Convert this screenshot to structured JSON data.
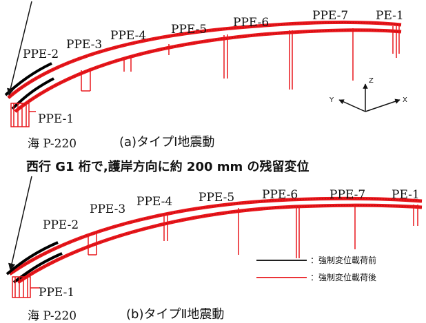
{
  "panel_a": {
    "pier_labels": [
      "PPE-2",
      "PPE-3",
      "PPE-4",
      "PPE-5",
      "PPE-6",
      "PPE-7",
      "PE-1",
      "PPE-1"
    ],
    "abutment_label": "海 P-220",
    "caption": "(a)タイプⅠ地震動"
  },
  "panel_b": {
    "pier_labels": [
      "PPE-2",
      "PPE-3",
      "PPE-4",
      "PPE-5",
      "PPE-6",
      "PPE-7",
      "PE-1",
      "PPE-1"
    ],
    "abutment_label": "海 P-220",
    "caption": "(b)タイプⅡ地震動"
  },
  "annotation": "西行 G1 桁で,護岸方向に約 200 mm の残留変位",
  "axes": {
    "z": "Z",
    "x": "X",
    "y": "Y"
  },
  "legend": {
    "items": [
      {
        "label": "：強制変位載荷前",
        "color": "#000000"
      },
      {
        "label": "：強制変位載荷後",
        "color": "#e8161b"
      }
    ]
  },
  "colors": {
    "before": "#000000",
    "after": "#e8161b"
  }
}
